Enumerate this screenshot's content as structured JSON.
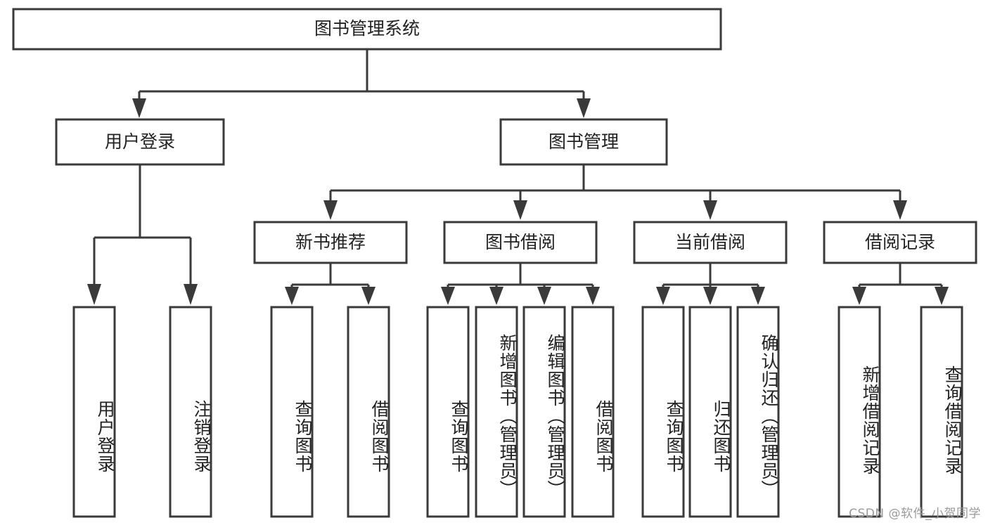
{
  "diagram": {
    "title_node": {
      "label": "图书管理系统"
    },
    "level2": [
      {
        "id": "user-login",
        "label": "用户登录"
      },
      {
        "id": "book-management",
        "label": "图书管理"
      }
    ],
    "level3": [
      {
        "id": "new-book-recommend",
        "label": "新书推荐"
      },
      {
        "id": "book-borrow",
        "label": "图书借阅"
      },
      {
        "id": "current-borrow",
        "label": "当前借阅"
      },
      {
        "id": "borrow-record",
        "label": "借阅记录"
      }
    ],
    "leaves": {
      "user_login": [
        {
          "id": "leaf-user-login",
          "label": "用户登录"
        },
        {
          "id": "leaf-logout",
          "label": "注销登录"
        }
      ],
      "new_book_recommend": [
        {
          "id": "leaf-query-book-1",
          "label": "查询图书"
        },
        {
          "id": "leaf-borrow-book-1",
          "label": "借阅图书"
        }
      ],
      "book_borrow": [
        {
          "id": "leaf-query-book-2",
          "label": "查询图书"
        },
        {
          "id": "leaf-add-book",
          "label": "新增图书（管理员）"
        },
        {
          "id": "leaf-edit-book",
          "label": "编辑图书（管理员）"
        },
        {
          "id": "leaf-borrow-book-2",
          "label": "借阅图书"
        }
      ],
      "current_borrow": [
        {
          "id": "leaf-query-book-3",
          "label": "查询图书"
        },
        {
          "id": "leaf-return-book",
          "label": "归还图书"
        },
        {
          "id": "leaf-confirm-return",
          "label": "确认归还（管理员）"
        }
      ],
      "borrow_record": [
        {
          "id": "leaf-add-record",
          "label": "新增借阅记录"
        },
        {
          "id": "leaf-query-record",
          "label": "查询借阅记录"
        }
      ]
    }
  },
  "watermark": {
    "text": "CSDN @软件_小贺同学"
  },
  "colors": {
    "stroke": "#3a3a3a",
    "background": "#ffffff",
    "text": "#222222",
    "watermark": "#9a9a9a"
  }
}
